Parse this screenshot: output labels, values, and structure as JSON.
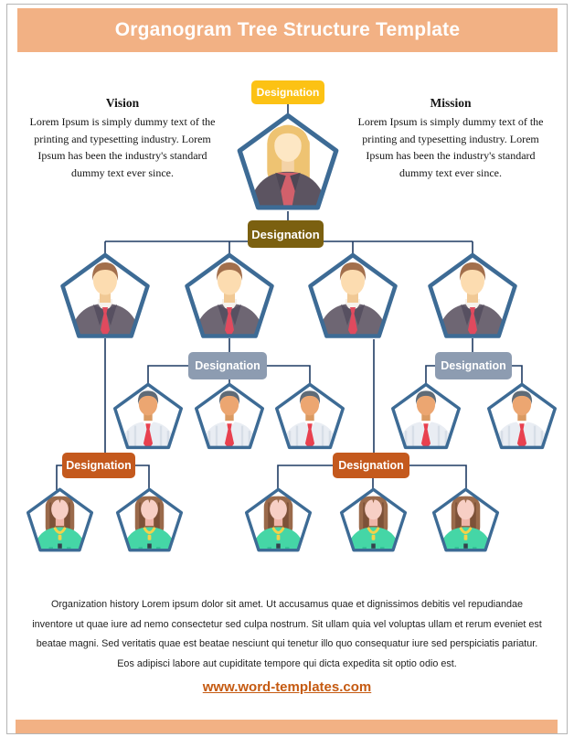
{
  "page": {
    "header_title": "Organogram Tree Structure Template",
    "header_color": "#f2b184",
    "footer_bar_color": "#f2b184",
    "website_link": "www.word-templates.com",
    "link_color": "#c55a11"
  },
  "vision": {
    "heading": "Vision",
    "body": "Lorem Ipsum is simply dummy text of the printing and typesetting industry. Lorem Ipsum has been the industry's standard dummy text ever since."
  },
  "mission": {
    "heading": "Mission",
    "body": "Lorem Ipsum is simply dummy text of the printing and typesetting industry. Lorem Ipsum has been the industry's standard dummy text ever since."
  },
  "history_paragraph": "Organization history Lorem ipsum dolor sit amet. Ut accusamus quae et dignissimos debitis vel repudiandae inventore ut quae iure ad nemo consectetur sed culpa nostrum. Sit ullam quia vel voluptas ullam et rerum eveniet est beatae magni. Sed veritatis quae est beatae nesciunt qui tenetur illo quo consequatur iure sed perspiciatis pariatur. Eos adipisci labore aut cupiditate tempore qui dicta expedita sit optio odio est.",
  "org_chart": {
    "node_shape": "pentagon",
    "line_color": "#1f3b63",
    "pentagon_stroke": "#3d6b95",
    "badges": {
      "level1": {
        "label": "Designation",
        "color": "#fcc214"
      },
      "level2": {
        "label": "Designation",
        "color": "#7b6010"
      },
      "level3_left": {
        "label": "Designation",
        "color": "#8d9cb1"
      },
      "level3_right": {
        "label": "Designation",
        "color": "#8d9cb1"
      },
      "level4_left": {
        "label": "Designation",
        "color": "#c4591d"
      },
      "level4_right": {
        "label": "Designation",
        "color": "#c4591d"
      }
    },
    "levels": [
      {
        "name": "level-1",
        "nodes": 1,
        "avatar": "executive-woman"
      },
      {
        "name": "level-2",
        "nodes": 4,
        "avatar": "manager-man-suit"
      },
      {
        "name": "level-3",
        "nodes": 5,
        "avatar": "staff-man-shirt-tie"
      },
      {
        "name": "level-4",
        "nodes": 5,
        "avatar": "staff-woman-green-top"
      }
    ]
  }
}
